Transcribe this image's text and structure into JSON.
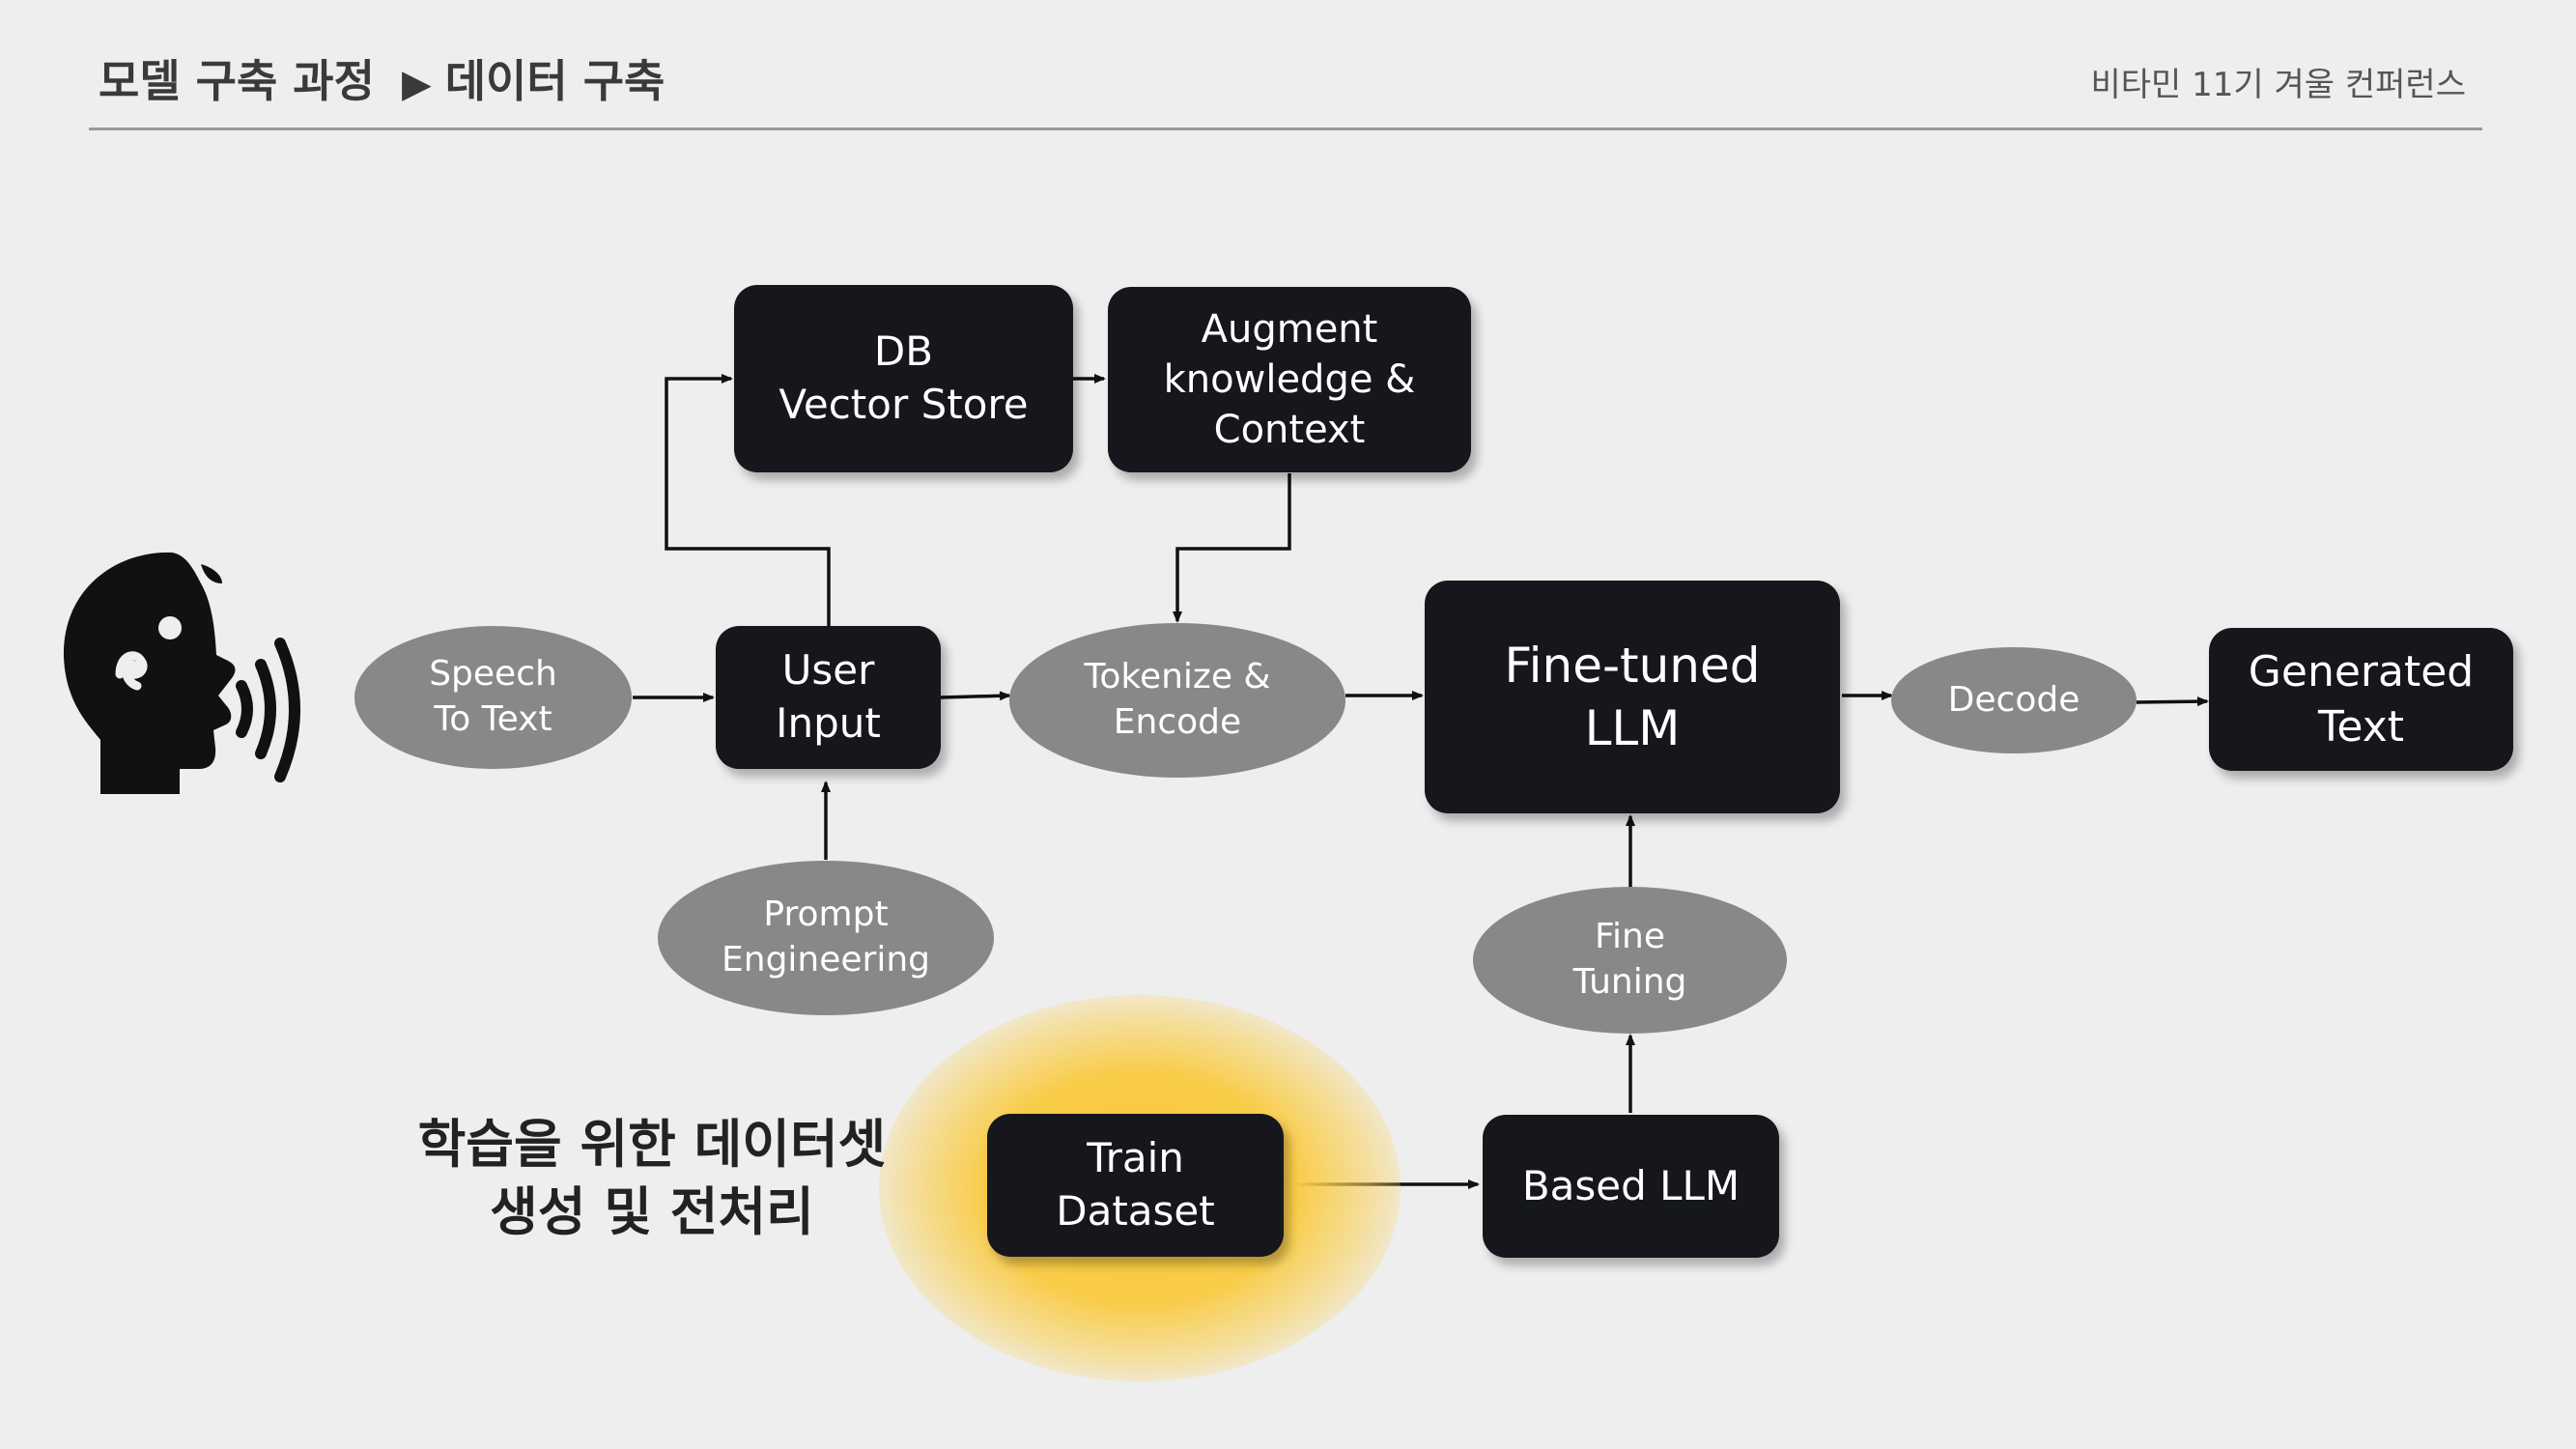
{
  "header": {
    "section": "모델 구축 과정",
    "arrow": "▶",
    "subsection": "데이터 구축",
    "conference": "비타민 11기 겨울 컨퍼런스"
  },
  "diagram": {
    "speech_to_text": "Speech\nTo Text",
    "user_input": "User\nInput",
    "db_vector_store": "DB\nVector Store",
    "augment": "Augment\nknowledge &\nContext",
    "tokenize_encode": "Tokenize &\nEncode",
    "prompt_engineering": "Prompt\nEngineering",
    "fine_tuned_llm": "Fine-tuned\nLLM",
    "decode": "Decode",
    "generated_text": "Generated\nText",
    "fine_tuning": "Fine\nTuning",
    "based_llm": "Based LLM",
    "train_dataset": "Train\nDataset"
  },
  "annotation": "학습을 위한 데이터셋\n생성 및 전처리",
  "colors": {
    "background": "#eeeeee",
    "box": "#15171d",
    "ellipse": "#898787",
    "highlight": "#f8c93a"
  },
  "icons": {
    "speaker": "speaking-head-icon"
  }
}
